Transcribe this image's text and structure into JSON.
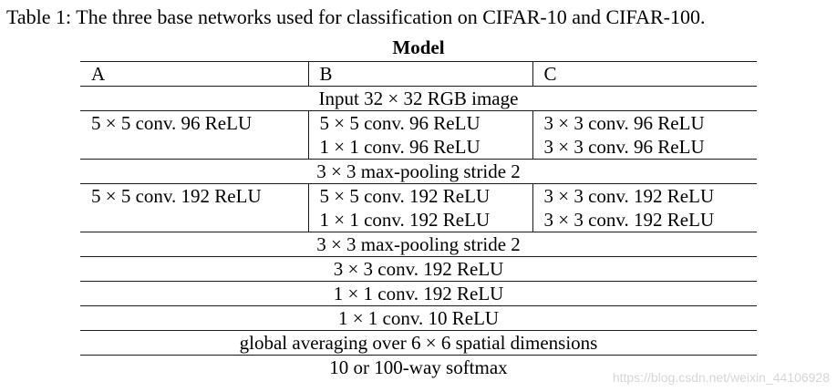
{
  "caption": "Table 1: The three base networks used for classification on CIFAR-10 and CIFAR-100.",
  "table": {
    "title": "Model",
    "columns": [
      "A",
      "B",
      "C"
    ],
    "rows": {
      "input": "Input 32 × 32 RGB image",
      "block1": {
        "a": [
          "5 × 5 conv. 96 ReLU"
        ],
        "b": [
          "5 × 5 conv. 96 ReLU",
          "1 × 1 conv. 96 ReLU"
        ],
        "c": [
          "3 × 3 conv. 96 ReLU",
          "3 × 3 conv. 96 ReLU"
        ]
      },
      "pool1": "3 × 3 max-pooling stride 2",
      "block2": {
        "a": [
          "5 × 5 conv. 192 ReLU"
        ],
        "b": [
          "5 × 5 conv. 192 ReLU",
          "1 × 1 conv. 192 ReLU"
        ],
        "c": [
          "3 × 3 conv. 192 ReLU",
          "3 × 3 conv. 192 ReLU"
        ]
      },
      "pool2": "3 × 3 max-pooling stride 2",
      "conv_192_3x3": "3 × 3 conv. 192 ReLU",
      "conv_192_1x1": "1 × 1 conv. 192 ReLU",
      "conv_10_1x1": "1 × 1 conv. 10 ReLU",
      "global_avg": "global averaging over 6 × 6 spatial dimensions",
      "softmax": "10 or 100-way softmax"
    }
  },
  "watermark": "https://blog.csdn.net/weixin_44106928"
}
